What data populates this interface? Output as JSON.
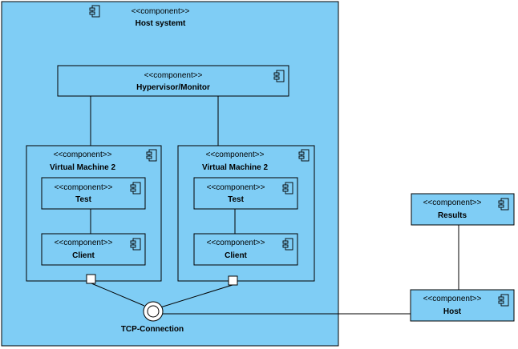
{
  "components": {
    "host_system": {
      "stereotype": "<<component>>",
      "name": "Host systemt",
      "icon": "component-icon"
    },
    "hypervisor": {
      "stereotype": "<<component>>",
      "name": "Hypervisor/Monitor",
      "icon": "component-icon"
    },
    "vm_left": {
      "stereotype": "<<component>>",
      "name": "Virtual Machine 2",
      "icon": "component-icon"
    },
    "vm_right": {
      "stereotype": "<<component>>",
      "name": "Virtual Machine 2",
      "icon": "component-icon"
    },
    "test_left": {
      "stereotype": "<<component>>",
      "name": "Test",
      "icon": "component-icon"
    },
    "client_left": {
      "stereotype": "<<component>>",
      "name": "Client",
      "icon": "component-icon"
    },
    "test_right": {
      "stereotype": "<<component>>",
      "name": "Test",
      "icon": "component-icon"
    },
    "client_right": {
      "stereotype": "<<component>>",
      "name": "Client",
      "icon": "component-icon"
    },
    "results": {
      "stereotype": "<<component>>",
      "name": "Results",
      "icon": "component-icon"
    },
    "host": {
      "stereotype": "<<component>>",
      "name": "Host",
      "icon": "component-icon"
    }
  },
  "interface": {
    "name": "TCP-Connection",
    "icon": "provided-interface-icon"
  },
  "colors": {
    "component_fill": "#7fcdf5",
    "line": "#000000",
    "port_fill": "#ffffff"
  }
}
